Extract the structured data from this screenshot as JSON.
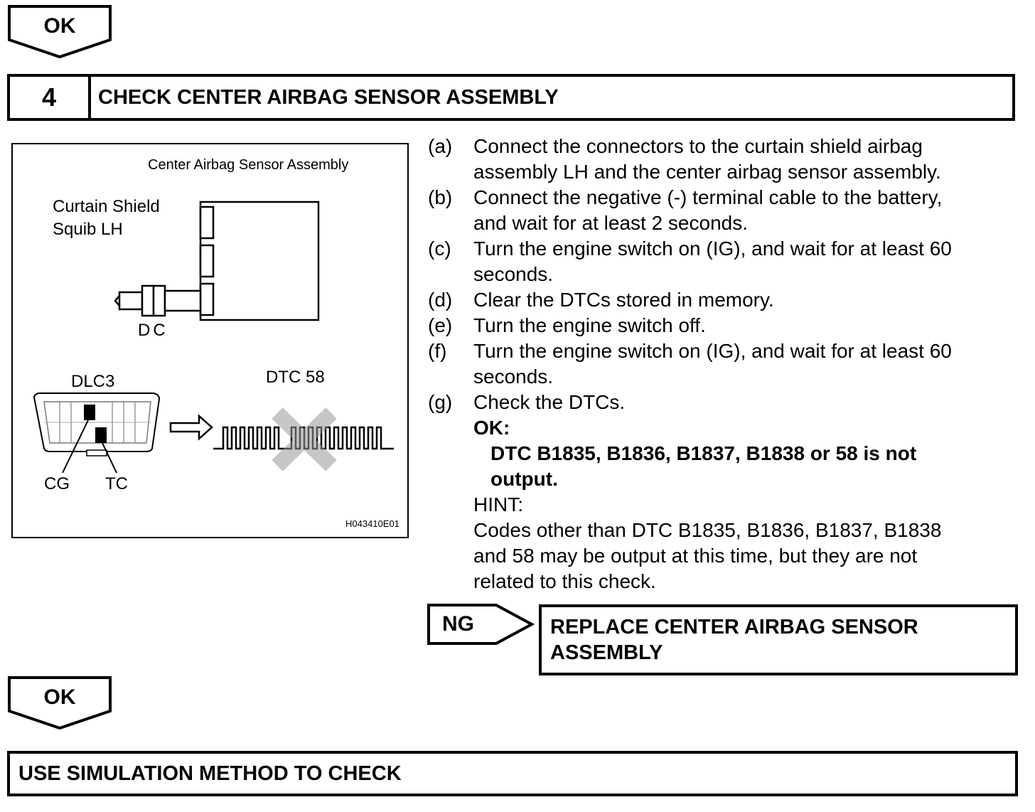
{
  "top_ok": {
    "label": "OK"
  },
  "step": {
    "number": "4",
    "title": "CHECK CENTER AIRBAG SENSOR ASSEMBLY"
  },
  "figure": {
    "sensor_label": "Center Airbag Sensor Assembly",
    "squib_label_line1": "Curtain Shield",
    "squib_label_line2": "Squib LH",
    "dc_label": "DC",
    "dlc3_label": "DLC3",
    "dtc_label": "DTC 58",
    "cg_label": "CG",
    "tc_label": "TC",
    "figure_code": "H043410E01"
  },
  "procedure": {
    "a_letter": "(a)",
    "a_line1": "Connect the connectors to the curtain shield airbag",
    "a_line2": "assembly LH and the center airbag sensor assembly.",
    "b_letter": "(b)",
    "b_line1": "Connect the negative (-) terminal cable to the battery,",
    "b_line2": "and wait for at least 2 seconds.",
    "c_letter": "(c)",
    "c_line1": "Turn the engine switch on (IG), and wait for at least 60",
    "c_line2": "seconds.",
    "d_letter": "(d)",
    "d_line1": "Clear the DTCs stored in memory.",
    "e_letter": "(e)",
    "e_line1": "Turn the engine switch off.",
    "f_letter": "(f)",
    "f_line1": "Turn the engine switch on (IG), and wait for at least 60",
    "f_line2": "seconds.",
    "g_letter": "(g)",
    "g_line1": "Check the DTCs.",
    "ok_label": "OK:",
    "ok_line1": "DTC B1835, B1836, B1837, B1838 or 58 is not",
    "ok_line2": "output.",
    "hint_label": "HINT:",
    "hint_line1": "Codes other than DTC B1835, B1836, B1837, B1838",
    "hint_line2": "and 58 may be output at this time, but they are not",
    "hint_line3": "related to this check."
  },
  "ng": {
    "label": "NG",
    "result_line1": "REPLACE CENTER AIRBAG SENSOR",
    "result_line2": "ASSEMBLY"
  },
  "bottom_ok": {
    "label": "OK"
  },
  "next_step": {
    "title": "USE SIMULATION METHOD TO CHECK"
  }
}
